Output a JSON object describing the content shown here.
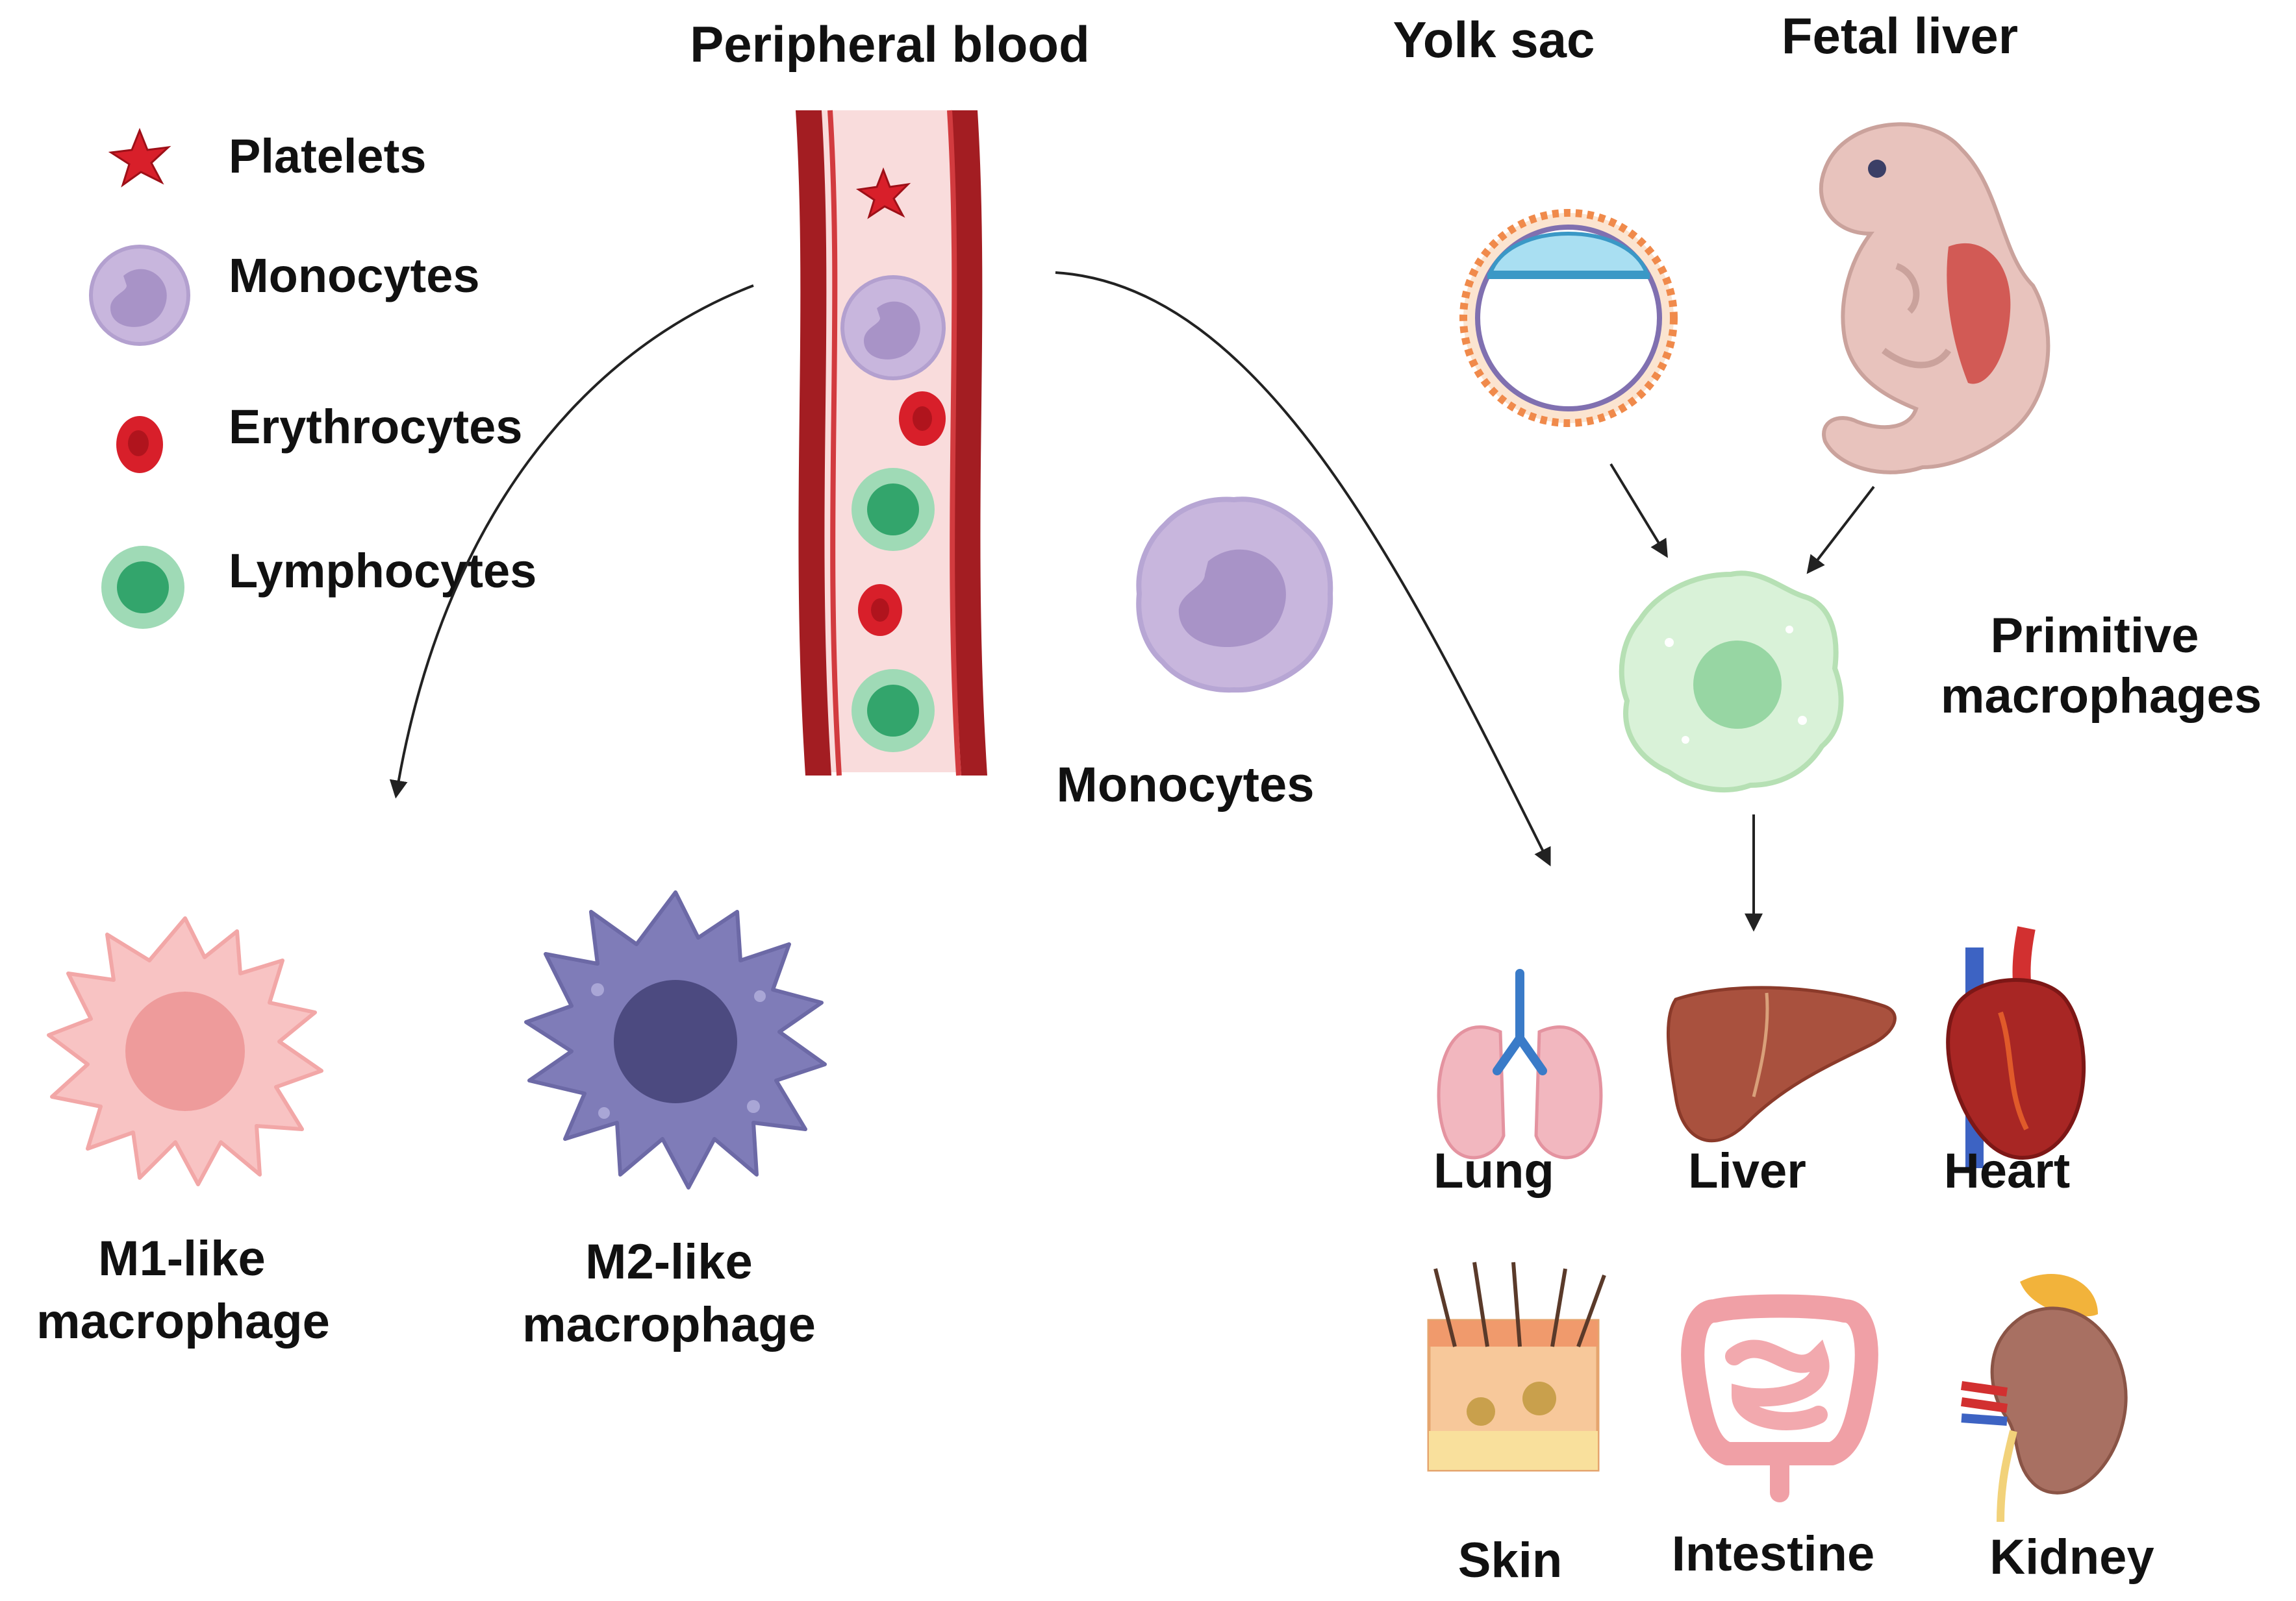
{
  "labels": {
    "peripheral_blood": "Peripheral blood",
    "yolk_sac": "Yolk sac",
    "fetal_liver": "Fetal liver",
    "monocytes_center": "Monocytes",
    "primitive_line1": "Primitive",
    "primitive_line2": "macrophages",
    "m1_line1": "M1-like",
    "m1_line2": "macrophage",
    "m2_line1": "M2-like",
    "m2_line2": "macrophage"
  },
  "legend": [
    {
      "label": "Platelets",
      "icon": "platelet-icon"
    },
    {
      "label": "Monocytes",
      "icon": "monocyte-icon"
    },
    {
      "label": "Erythrocytes",
      "icon": "erythrocyte-icon"
    },
    {
      "label": "Lymphocytes",
      "icon": "lymphocyte-icon"
    }
  ],
  "organs": [
    {
      "label": "Lung",
      "icon": "lung-icon"
    },
    {
      "label": "Liver",
      "icon": "liver-icon"
    },
    {
      "label": "Heart",
      "icon": "heart-icon"
    },
    {
      "label": "Skin",
      "icon": "skin-icon"
    },
    {
      "label": "Intestine",
      "icon": "intestine-icon"
    },
    {
      "label": "Kidney",
      "icon": "kidney-icon"
    }
  ],
  "colors": {
    "vessel_wall": "#a31d22",
    "vessel_lumen": "#f9dcdc",
    "monocyte": "#c8b6dd",
    "monocyte_nucleus": "#a893c7",
    "erythrocyte": "#d81f2a",
    "lymphocyte": "#9fdab6",
    "lymphocyte_nucleus": "#33a56c",
    "m1": "#f8c3c3",
    "m1_nucleus": "#ee9b9b",
    "m2": "#7f7cb8",
    "m2_nucleus": "#4c4a80",
    "primitive": "#d9f2d8",
    "primitive_nucleus": "#97d6a3",
    "arrow": "#222222"
  }
}
